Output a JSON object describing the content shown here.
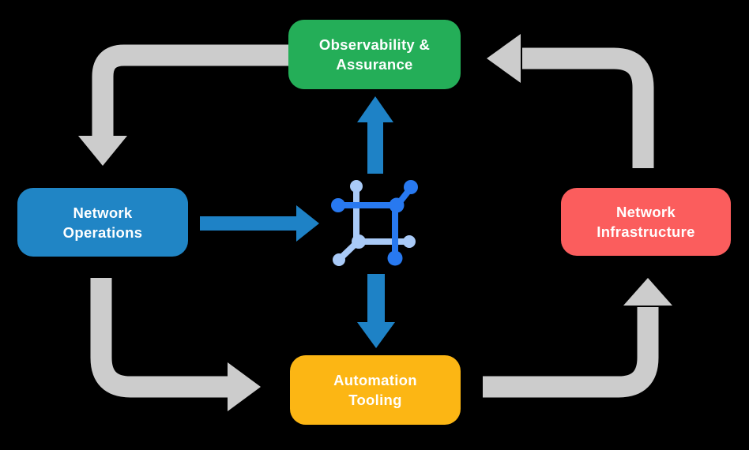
{
  "diagram": {
    "colors": {
      "background": "#000000",
      "cycle_arrow": "#cccccc",
      "flow_arrow": "#1e82c6",
      "icon_primary": "#2879f0",
      "icon_secondary": "#a9caf7",
      "label_text": "#ffffff"
    },
    "nodes": {
      "observability": {
        "label": "Observability &\nAssurance",
        "color": "#24ae58"
      },
      "operations": {
        "label": "Network\nOperations",
        "color": "#2085c5"
      },
      "infrastructure": {
        "label": "Network\nInfrastructure",
        "color": "#fb5d5d"
      },
      "automation": {
        "label": "Automation\nTooling",
        "color": "#fcb614"
      }
    },
    "center_icon": {
      "name": "network-mesh-icon"
    }
  }
}
